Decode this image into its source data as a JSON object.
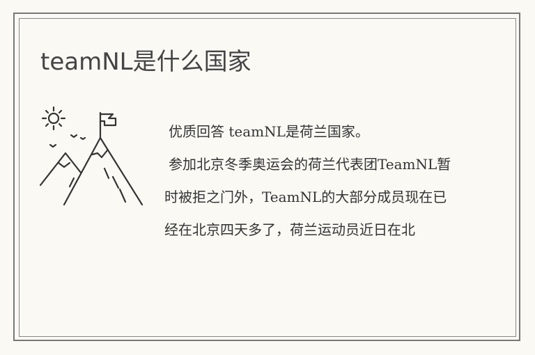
{
  "title": "teamNL是什么国家",
  "answer": {
    "paragraph_1": "优质回答 teamNL是荷兰国家。",
    "paragraph_2": "参加北京冬季奥运会的荷兰代表团TeamNL暂时被拒之门外，TeamNL的大部分成员现在已经在北京四天多了，荷兰运动员近日在北"
  },
  "icons": {
    "illustration": "mountain-flag-sun-icon"
  },
  "colors": {
    "background": "#faf9f4",
    "frame": "#777777",
    "text": "#333333"
  }
}
